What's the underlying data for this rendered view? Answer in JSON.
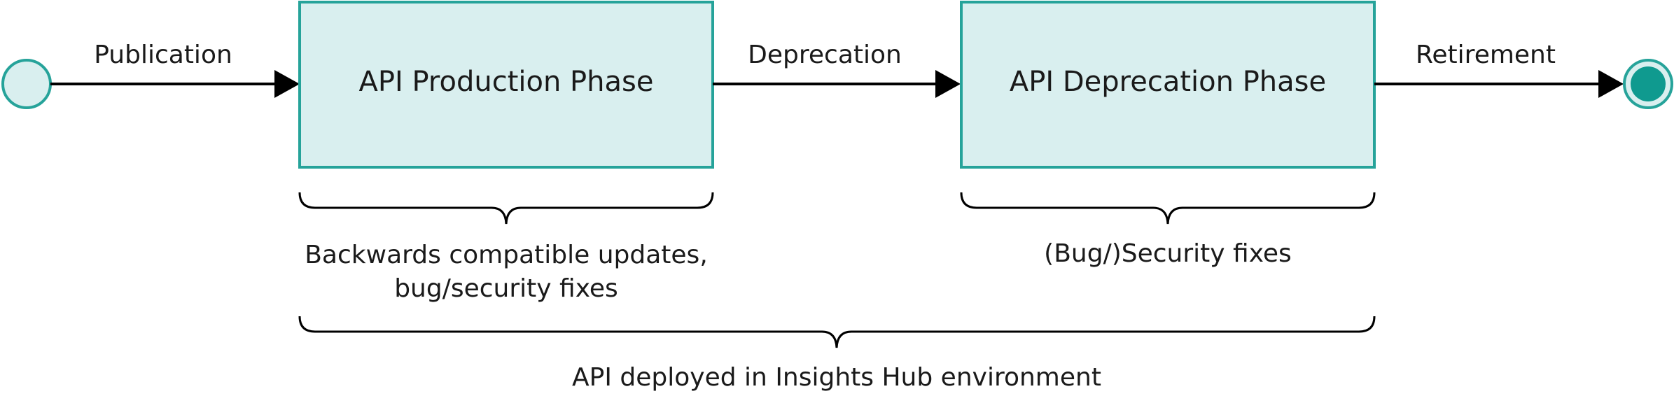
{
  "diagram": {
    "colors": {
      "node_fill": "#d9efef",
      "node_stroke": "#26a39a",
      "end_dot": "#0f9a8f",
      "line": "#000000",
      "text": "#1a1a1a"
    },
    "transitions": {
      "publication": "Publication",
      "deprecation": "Deprecation",
      "retirement": "Retirement"
    },
    "phases": {
      "production": "API Production Phase",
      "deprecation": "API Deprecation Phase"
    },
    "notes": {
      "production_line1": "Backwards compatible updates,",
      "production_line2": "bug/security fixes",
      "deprecation": "(Bug/)Security fixes",
      "environment": "API deployed in Insights Hub environment"
    },
    "icons": {
      "start": "initial-state-icon",
      "end": "final-state-icon"
    }
  }
}
